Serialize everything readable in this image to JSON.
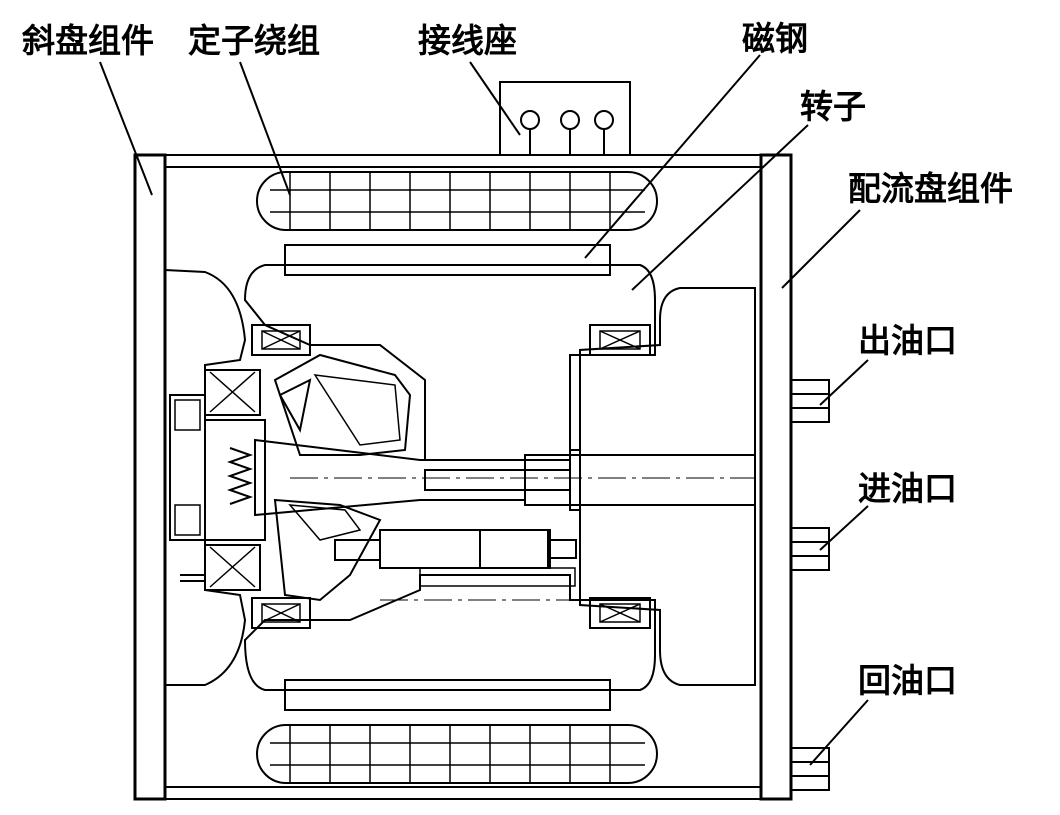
{
  "labels": {
    "swashplate": "斜盘组件",
    "stator_winding": "定子绕组",
    "terminal_block": "接线座",
    "magnet": "磁钢",
    "rotor": "转子",
    "port_plate": "配流盘组件",
    "oil_outlet": "出油口",
    "oil_inlet": "进油口",
    "oil_return": "回油口"
  }
}
